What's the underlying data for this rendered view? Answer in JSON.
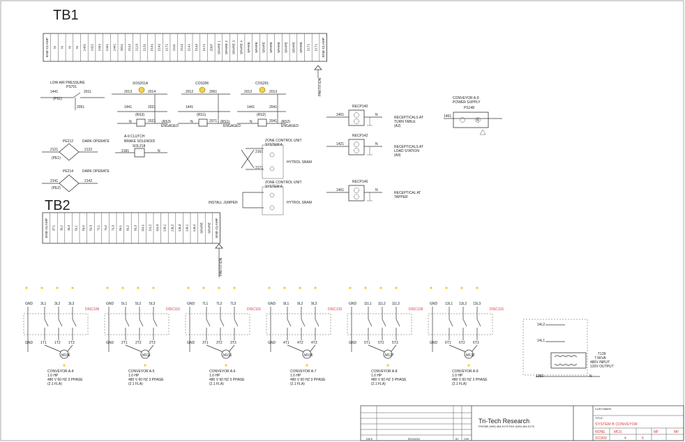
{
  "tb1": {
    "title": "TB1",
    "terminals": [
      "END CLAMP",
      "N",
      "N",
      "N",
      "N",
      "1401",
      "1421",
      "1441",
      "1441",
      "1441",
      "2011",
      "2112",
      "2113",
      "2131",
      "2141",
      "2142",
      "2171",
      "2111",
      "2112",
      "2141",
      "2142",
      "2171",
      "2007",
      "SPARE 1",
      "SPARE 2",
      "SPARE 3",
      "SPARE 4",
      "SPARE",
      "SPARE",
      "SPARE",
      "SPARE",
      "SPARE",
      "SPARE",
      "SPARE",
      "SPARE",
      "2171",
      "2171",
      "END CLAMP"
    ],
    "partition_label": "PARTITION"
  },
  "tb2": {
    "title": "TB2",
    "terminals": [
      "END CLAMP",
      "3T1",
      "3L2",
      "3L3",
      "5L1",
      "5L2",
      "5L3",
      "7L1",
      "7L2",
      "7L3",
      "9L1",
      "9L2",
      "9L3",
      "11L1",
      "11L2",
      "11L3",
      "13L1",
      "13L2",
      "13L3",
      "14L1",
      "14L2",
      "SPARE",
      "SPARE",
      "END CLAMP"
    ],
    "partition_label": "PARTITION"
  },
  "control": {
    "ps1": {
      "title": "LOW AIR PRESSURE",
      "title2": "PS701",
      "wire_a": "1441",
      "wire_b": "2011",
      "tag": "(PS1)",
      "wire_c": "2051"
    },
    "sos201a": {
      "title": "SOS201A",
      "w1": "2013",
      "w2": "2014",
      "w3": "1441",
      "w4": "2021",
      "tag": "(RS3)",
      "n": "N",
      "w5": "2021",
      "tag2": "(RS3)",
      "engaged": "ENGAGED"
    },
    "cos206": {
      "title": "COS206",
      "w1": "2012",
      "w2": "2061",
      "w3": "1441",
      "tag": "(RS1)",
      "n": "N",
      "w4": "2071",
      "tag2": "(RS1)",
      "engaged": "ENGAGED"
    },
    "cos201": {
      "title": "COS201",
      "w1": "2012",
      "w2": "2013",
      "w3": "1441",
      "w4": "2041",
      "tag": "(RS2)",
      "n": "N",
      "w5": "2041",
      "tag2": "(RS2)",
      "engaged": "ENGAGED"
    },
    "pe212": {
      "title": "PE212",
      "label": "DARK OPERATE",
      "w1": "2121",
      "w2": "2122",
      "tag": "(PE1)"
    },
    "pe214": {
      "title": "PE214",
      "label": "DARK OPERATE",
      "w1": "2141",
      "w2": "2142",
      "tag": "(PE2)"
    },
    "sol218": {
      "title1": "A-9 CLUTCH",
      "title2": "BRAKE SOLENOID",
      "title3": "SOL218",
      "w1": "2181",
      "n": "N"
    },
    "zone1": {
      "title1": "ZONE CONTROL UNIT",
      "title2": "SYSTEM A",
      "w1": "2161",
      "w2": "2171",
      "label": "HYTROL SRAM"
    },
    "zone2": {
      "title1": "ZONE CONTROL UNIT",
      "title2": "SYSTEM A",
      "jumper": "INSTALL JUMPER",
      "label": "HYTROL SRAM"
    }
  },
  "receptacles": [
    {
      "id": "RECP140",
      "wire": "1401",
      "n": "N",
      "label1": "RECEPTICALS AT",
      "label2": "TURN TABLE",
      "label3": "(A2)"
    },
    {
      "id": "RECP142",
      "wire": "1421",
      "n": "N",
      "label1": "RECEPTICALS AT",
      "label2": "LOAD STATION",
      "label3": "(A9)"
    },
    {
      "id": "RECP146",
      "wire": "1461",
      "n": "N",
      "label1": "RECEPTICAL AT",
      "label2": "TAPPER",
      "label3": ""
    }
  ],
  "power_supply": {
    "title1": "CONVEYOR A-9",
    "title2": "POWER SUPPLY",
    "id": "PS148",
    "wire": "1461",
    "n": "N"
  },
  "motors": [
    {
      "gnd": "GND",
      "l": [
        "3L1",
        "3L2",
        "3L3"
      ],
      "disc": "DISC106",
      "t": [
        "1T1",
        "1T2",
        "1T3"
      ],
      "m": "M106",
      "name": "CONVEYOR A-4",
      "hp": "1.0 HP",
      "volts": "480 V 60 HZ 3 PHASE",
      "fla": "(2.1 FLA)"
    },
    {
      "gnd": "GND",
      "l": [
        "5L1",
        "5L2",
        "5L3"
      ],
      "disc": "DISC110",
      "t": [
        "2T1",
        "2T2",
        "2T3"
      ],
      "m": "M111",
      "name": "CONVEYOR A-5",
      "hp": "1.0 HP",
      "volts": "480 V 60 HZ 3 PHASE",
      "fla": "(2.1 FLA)"
    },
    {
      "gnd": "GND",
      "l": [
        "7L1",
        "7L2",
        "7L3"
      ],
      "disc": "DISC116",
      "t": [
        "3T1",
        "3T2",
        "3T3"
      ],
      "m": "M116",
      "name": "CONVEYOR A-6",
      "hp": "1.0 HP",
      "volts": "480 V 60 HZ 3 PHASE",
      "fla": "(2.1 FLA)"
    },
    {
      "gnd": "GND",
      "l": [
        "9L1",
        "9L2",
        "9L3"
      ],
      "disc": "DISC120",
      "t": [
        "4T1",
        "4T2",
        "4T3"
      ],
      "m": "M106",
      "name": "CONVEYOR A-7",
      "hp": "1.0 HP",
      "volts": "480 V 60 HZ 3 PHASE",
      "fla": "(2.1 FLA)"
    },
    {
      "gnd": "GND",
      "l": [
        "11L1",
        "11L2",
        "11L3"
      ],
      "disc": "DISC128",
      "t": [
        "5T1",
        "5T2",
        "5T3"
      ],
      "m": "M127",
      "name": "CONVEYOR A-8",
      "hp": "1.0 HP",
      "volts": "480 V 60 HZ 3 PHASE",
      "fla": "(2.1 FLA)"
    },
    {
      "gnd": "GND",
      "l": [
        "13L1",
        "13L2",
        "13L3"
      ],
      "disc": "DISC131",
      "t": [
        "6T1",
        "6T2",
        "6T3"
      ],
      "m": "M132",
      "name": "CONVEYOR A-9",
      "hp": "1.0 HP",
      "volts": "480 V 60 HZ 3 PHASE",
      "fla": "(2.1 FLA)"
    }
  ],
  "transformer": {
    "w1": "14L2",
    "w2": "14L1",
    "id": "T139",
    "kva": "7.5KVA",
    "input": "480V INPUT",
    "output": "120V OUTPUT",
    "wire": "1382",
    "n": "N"
  },
  "title_block": {
    "company": "Tri-Tech Research",
    "address": "PHONE (949) 464-0175  FAX (949) 464-0176",
    "customer_label": "CUSTOMER:",
    "title_label": "TITLE:",
    "title": "SYSTEM B CONVEYOR",
    "row1": [
      "NONE",
      "MCU",
      "MF",
      "MF"
    ],
    "row2": [
      "2/23/00",
      "4",
      "6",
      ""
    ],
    "date_label": "DATE",
    "rev_label": "REVISION",
    "by_label": "BY",
    "chk_label": "CHK"
  }
}
